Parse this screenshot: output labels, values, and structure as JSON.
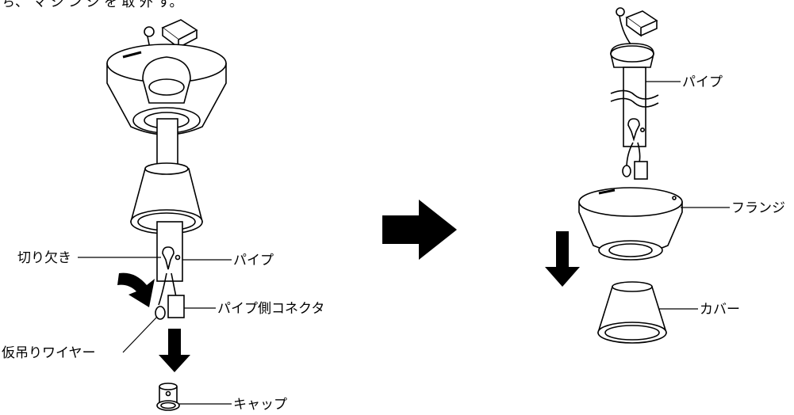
{
  "header": {
    "partial_text": "ち、  マ  ジ  ン  ジ  を  取  外  す。"
  },
  "left_figure": {
    "labels": {
      "notch": "切り欠き",
      "pipe": "パイプ",
      "pipe_connector": "パイプ側コネクタ",
      "temp_wire": "仮吊りワイヤー",
      "cap": "キャップ"
    }
  },
  "right_figure": {
    "labels": {
      "pipe": "パイプ",
      "flange": "フランジ",
      "cover": "カバー"
    }
  }
}
